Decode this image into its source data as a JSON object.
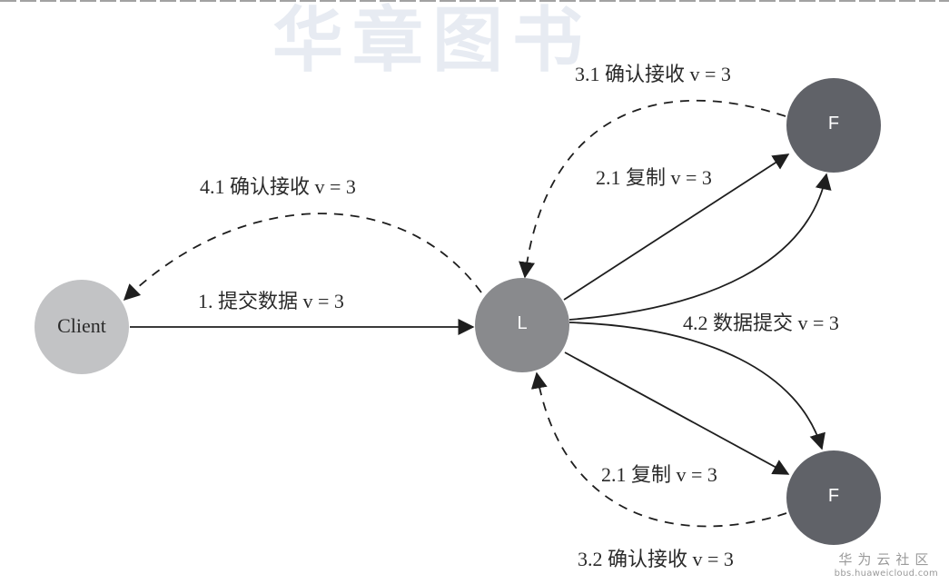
{
  "header": {
    "watermark_text": "华章图书"
  },
  "colors": {
    "client_node": "#c2c3c5",
    "leader_node": "#898a8d",
    "follower_node": "#606268",
    "edge": "#1e1e1e",
    "label_text": "#2a2a2a",
    "node_text_light": "#ffffff"
  },
  "nodes": {
    "client": {
      "label": "Client"
    },
    "leader": {
      "label": "L"
    },
    "follower_top": {
      "label": "F"
    },
    "follower_bottom": {
      "label": "F"
    }
  },
  "edges": {
    "submit": {
      "label": "1. 提交数据 v = 3",
      "style": "solid",
      "from": "Client",
      "to": "L"
    },
    "replicate_top": {
      "label": "2.1 复制 v = 3",
      "style": "solid",
      "from": "L",
      "to": "F (top)"
    },
    "replicate_bottom": {
      "label": "2.1 复制 v = 3",
      "style": "solid",
      "from": "L",
      "to": "F (bottom)"
    },
    "ack_top": {
      "label": "3.1 确认接收 v = 3",
      "style": "dashed",
      "from": "F (top)",
      "to": "L"
    },
    "ack_bottom": {
      "label": "3.2 确认接收 v = 3",
      "style": "dashed",
      "from": "F (bottom)",
      "to": "L"
    },
    "ack_client": {
      "label": "4.1 确认接收 v = 3",
      "style": "dashed",
      "from": "L",
      "to": "Client"
    },
    "commit": {
      "label": "4.2 数据提交 v = 3",
      "style": "solid",
      "from": "L",
      "to": "F (top) and F (bottom)"
    }
  },
  "footer": {
    "watermark_cn": "华为云社区",
    "watermark_url": "bbs.huaweicloud.com"
  }
}
